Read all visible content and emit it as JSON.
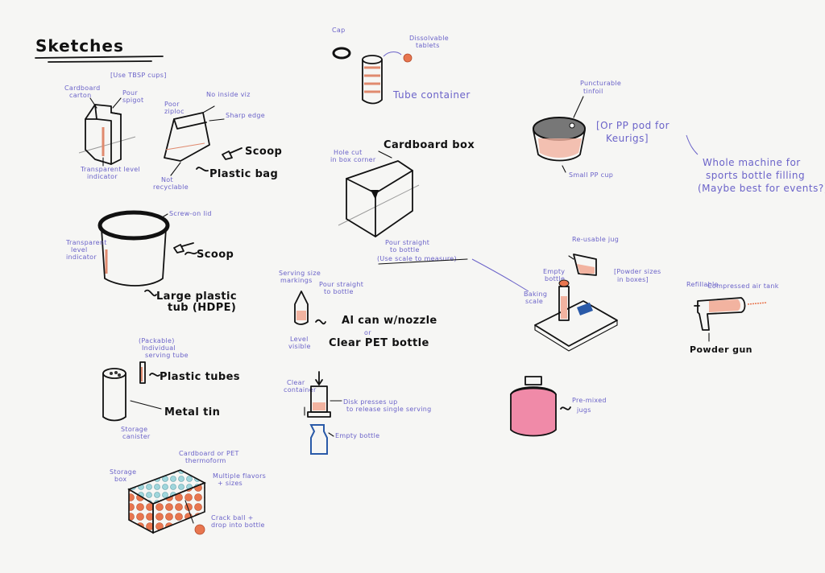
{
  "title": "Sketches",
  "bag": {
    "note": "[Use TBSP cups]",
    "carton": [
      "Cardboard",
      "carton"
    ],
    "spigot": [
      "Pour",
      "spigot"
    ],
    "poor": [
      "Poor",
      "ziploc"
    ],
    "noviz": "No inside viz",
    "sharp": "Sharp edge",
    "scoop": "Scoop",
    "bag": "Plastic bag",
    "notrec": [
      "Not",
      "recyclable"
    ],
    "level": [
      "Transparent level",
      "indicator"
    ]
  },
  "tub": {
    "lid": "Screw-on lid",
    "level": [
      "Transparent",
      "level",
      "indicator"
    ],
    "scoop": "Scoop",
    "name": [
      "Large plastic",
      "tub (HDPE)"
    ]
  },
  "tubes": {
    "pack": [
      "(Packable)",
      "Individual",
      "serving tube"
    ],
    "plastic": "Plastic tubes",
    "tin": "Metal tin",
    "canister": [
      "Storage",
      "canister"
    ]
  },
  "storagebox": {
    "thermo": [
      "Cardboard or PET",
      "thermoform"
    ],
    "box": [
      "Storage",
      "box"
    ],
    "flavors": [
      "Multiple flavors",
      "+ sizes"
    ],
    "crack": [
      "Crack ball +",
      "drop into bottle"
    ]
  },
  "tablets": {
    "cap": "Cap",
    "diss": [
      "Dissolvable",
      "tablets"
    ],
    "tube": "Tube container"
  },
  "cbox": {
    "hole": [
      "Hole cut",
      "in box corner"
    ],
    "name": "Cardboard box",
    "pour": [
      "Pour straight",
      "to bottle"
    ],
    "scale": "(Use scale to measure)"
  },
  "can": {
    "serving": [
      "Serving size",
      "markings"
    ],
    "pour": [
      "Pour straight",
      "to bottle"
    ],
    "level": [
      "Level",
      "visible"
    ],
    "name": [
      "Al can w/nozzle",
      "or",
      "Clear PET bottle"
    ]
  },
  "disk": {
    "clear": [
      "Clear",
      "container"
    ],
    "press": [
      "Disk presses up",
      "to release single serving"
    ],
    "empty": "Empty bottle"
  },
  "pod": {
    "tinfoil": [
      "Puncturable",
      "tinfoil"
    ],
    "pp": [
      "[Or PP pod for",
      "Keurigs]"
    ],
    "cup": "Small PP cup",
    "machine": [
      "Whole machine for",
      "sports bottle filling",
      "(Maybe best for events?)"
    ]
  },
  "scalejug": {
    "jug": "Re-usable jug",
    "powder": [
      "[Powder sizes",
      "in boxes]"
    ],
    "empty": [
      "Empty",
      "bottle"
    ],
    "scale": [
      "Baking",
      "scale"
    ]
  },
  "gun": {
    "refill": "Refillable",
    "air": "Compressed air tank",
    "name": "Powder gun"
  },
  "jugs": {
    "name": [
      "Pre-mixed",
      "jugs"
    ]
  },
  "colors": {
    "ink": "#111111",
    "annotation": "#6b63c9",
    "accent": "#e08a6e",
    "pink": "#f08aa8",
    "bottle": "#2a5aa8"
  }
}
